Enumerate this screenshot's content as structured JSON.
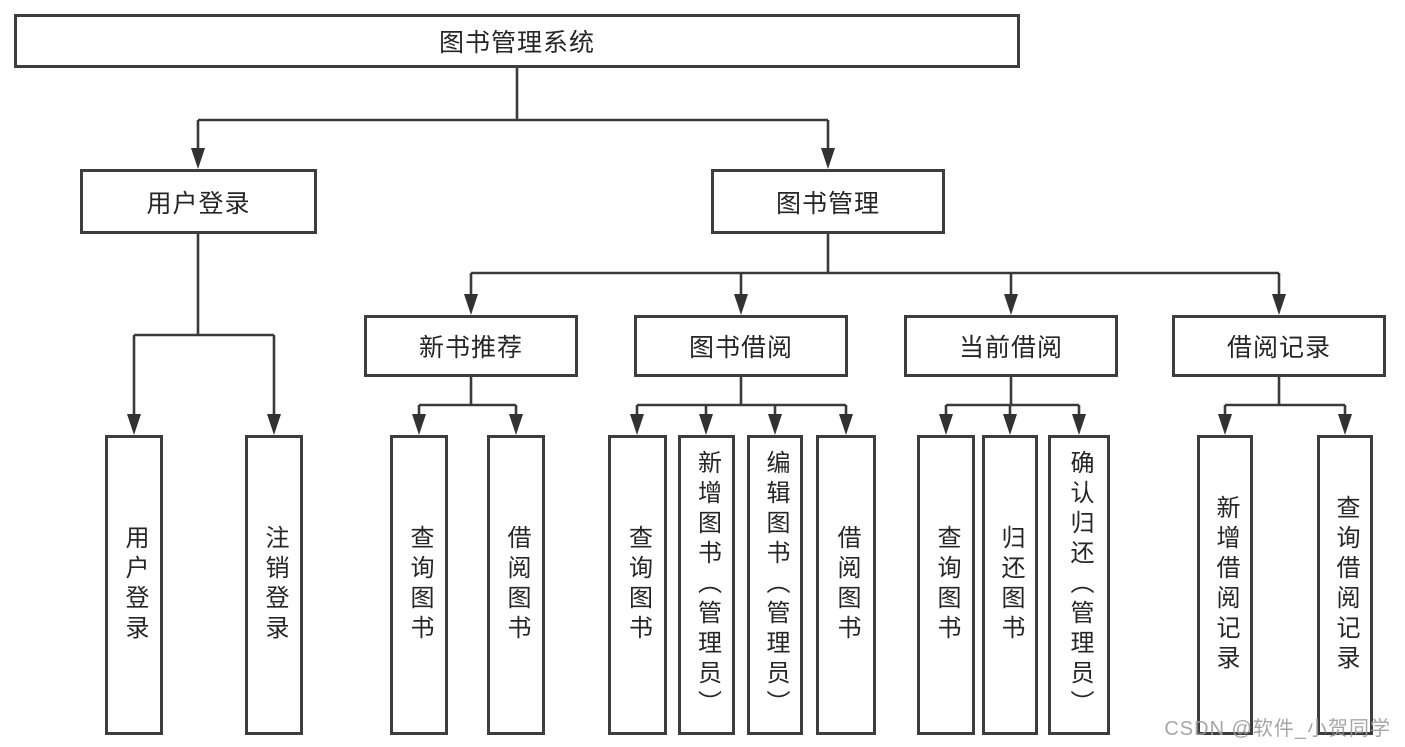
{
  "diagram_title": "图书管理系统",
  "tree": {
    "root": {
      "label": "图书管理系统",
      "children": [
        {
          "label": "用户登录",
          "children": [
            {
              "label": "用户登录"
            },
            {
              "label": "注销登录"
            }
          ]
        },
        {
          "label": "图书管理",
          "children": [
            {
              "label": "新书推荐",
              "children": [
                {
                  "label": "查询图书"
                },
                {
                  "label": "借阅图书"
                }
              ]
            },
            {
              "label": "图书借阅",
              "children": [
                {
                  "label": "查询图书"
                },
                {
                  "label": "新增图书（管理员）"
                },
                {
                  "label": "编辑图书（管理员）"
                },
                {
                  "label": "借阅图书"
                }
              ]
            },
            {
              "label": "当前借阅",
              "children": [
                {
                  "label": "查询图书"
                },
                {
                  "label": "归还图书"
                },
                {
                  "label": "确认归还（管理员）"
                }
              ]
            },
            {
              "label": "借阅记录",
              "children": [
                {
                  "label": "新增借阅记录"
                },
                {
                  "label": "查询借阅记录"
                }
              ]
            }
          ]
        }
      ]
    }
  },
  "watermark": {
    "text": "CSDN @软件_小贺同学"
  },
  "colors": {
    "box_border": "#3d3d3d",
    "box_text": "#262626",
    "connector": "#3a3a3a",
    "background": "#ffffff",
    "watermark": "#9e9e9e"
  }
}
